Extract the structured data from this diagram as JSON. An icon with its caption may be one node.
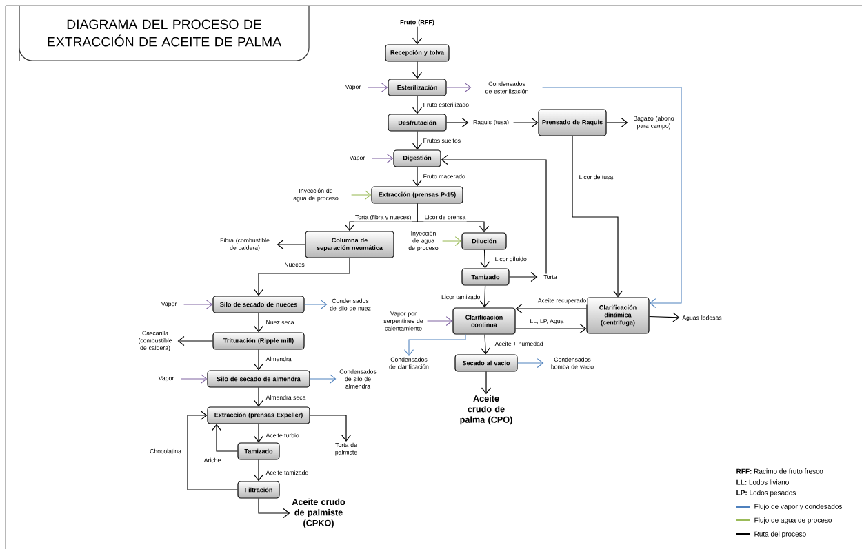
{
  "diagram": {
    "title": "DIAGRAMA DEL PROCESO DE EXTRACCIÓN DE ACEITE DE PALMA",
    "nodes": [
      {
        "text": [
          "Fruto (RFF)"
        ]
      },
      {
        "text": [
          "Recepción y tolva"
        ]
      },
      {
        "text": [
          "Esterilización"
        ]
      },
      {
        "text": [
          "Vapor"
        ]
      },
      {
        "text": [
          "Condensados de esterilización"
        ]
      },
      {
        "text": [
          "Desfrutación"
        ]
      },
      {
        "text": [
          "Raquis (tusa)"
        ]
      },
      {
        "text": [
          "Prensado de Raquis"
        ]
      },
      {
        "text": [
          "Bagazo (abono para campo)"
        ]
      },
      {
        "text": [
          "Digestión"
        ]
      },
      {
        "text": [
          "Vapor"
        ]
      },
      {
        "text": [
          "Extracción (prensas P-15)"
        ]
      },
      {
        "text": [
          "Inyección de agua de proceso"
        ]
      },
      {
        "text": [
          "Columna de separación neumática"
        ]
      },
      {
        "text": [
          "Fibra (combustible de caldera)"
        ]
      },
      {
        "text": [
          "Dilución"
        ]
      },
      {
        "text": [
          "Inyección de agua de proceso"
        ]
      },
      {
        "text": [
          "Tamizado"
        ]
      },
      {
        "text": [
          "Torta"
        ]
      },
      {
        "text": [
          "Clarificación continua"
        ]
      },
      {
        "text": [
          "Vapor por serpentines de calentamiento"
        ]
      },
      {
        "text": [
          "Clarificación dinámica (centrifuga)"
        ]
      },
      {
        "text": [
          "Aguas lodosas"
        ]
      },
      {
        "text": [
          "Condensados de clarificación"
        ]
      },
      {
        "text": [
          "Secado al vacio"
        ]
      },
      {
        "text": [
          "Condensados bomba de vacio"
        ]
      },
      {
        "text": [
          "Aceite crudo de palma (CPO)"
        ]
      },
      {
        "text": [
          "Silo de secado de nueces"
        ]
      },
      {
        "text": [
          "Vapor"
        ]
      },
      {
        "text": [
          "Condensados de silo de nuez"
        ]
      },
      {
        "text": [
          "Trituración (Ripple mill)"
        ]
      },
      {
        "text": [
          "Cascarilla (combustible de caldera)"
        ]
      },
      {
        "text": [
          "Silo de secado de almendra"
        ]
      },
      {
        "text": [
          "Vapor"
        ]
      },
      {
        "text": [
          "Condensados de silo de almendra"
        ]
      },
      {
        "text": [
          "Extracción (prensas Expeller)"
        ]
      },
      {
        "text": [
          "Torta de palmiste"
        ]
      },
      {
        "text": [
          "Tamizado"
        ]
      },
      {
        "text": [
          "Filtración"
        ]
      },
      {
        "text": [
          "Aceite crudo de palmiste (CPKO)"
        ]
      }
    ],
    "edges": [
      {
        "from": 0,
        "to": 1,
        "arrow": "to"
      },
      {
        "from": 1,
        "to": 2,
        "arrow": "to"
      },
      {
        "from": 3,
        "to": 2,
        "arrow": "to",
        "color": "#8064a2"
      },
      {
        "from": 2,
        "to": 4,
        "arrow": "to",
        "color": "#8064a2"
      },
      {
        "from": 4,
        "to": 21,
        "arrow": "to",
        "color": "#4f81bd"
      },
      {
        "from": 2,
        "to": 5,
        "arrow": "to",
        "label": "Fruto esterilizado"
      },
      {
        "from": 5,
        "to": 6,
        "arrow": "to"
      },
      {
        "from": 6,
        "to": 7,
        "arrow": "to"
      },
      {
        "from": 7,
        "to": 8,
        "arrow": "to"
      },
      {
        "from": 7,
        "to": 21,
        "arrow": "to",
        "label": "Licor de tusa"
      },
      {
        "from": 5,
        "to": 9,
        "arrow": "to",
        "label": "Frutos sueltos"
      },
      {
        "from": 10,
        "to": 9,
        "arrow": "to",
        "color": "#8064a2"
      },
      {
        "from": 9,
        "to": 11,
        "arrow": "to",
        "label": "Fruto macerado"
      },
      {
        "from": 12,
        "to": 11,
        "arrow": "to",
        "color": "#9bbb59"
      },
      {
        "from": 11,
        "to": 13,
        "arrow": "to",
        "label": "Torta (fibra y  nueces)"
      },
      {
        "from": 11,
        "to": 15,
        "arrow": "to",
        "label": "Licor de prensa"
      },
      {
        "from": 13,
        "to": 14,
        "arrow": "to"
      },
      {
        "from": 13,
        "to": 27,
        "arrow": "to",
        "label": "Nueces"
      },
      {
        "from": 16,
        "to": 15,
        "arrow": "to",
        "color": "#9bbb59"
      },
      {
        "from": 15,
        "to": 17,
        "arrow": "to",
        "label": "Licor diluido"
      },
      {
        "from": 17,
        "to": 18,
        "arrow": "to"
      },
      {
        "from": 18,
        "to": 9,
        "arrow": "to"
      },
      {
        "from": 17,
        "to": 19,
        "arrow": "to",
        "label": "Licor tamizado"
      },
      {
        "from": 20,
        "to": 19,
        "arrow": "to",
        "color": "#8064a2"
      },
      {
        "from": 21,
        "to": 19,
        "arrow": "to",
        "label": "Aceite recuperado"
      },
      {
        "from": 19,
        "to": 21,
        "arrow": "to",
        "label": "LL, LP, Agua"
      },
      {
        "from": 21,
        "to": 22,
        "arrow": "to"
      },
      {
        "from": 19,
        "to": 23,
        "arrow": "to",
        "color": "#4f81bd"
      },
      {
        "from": 19,
        "to": 24,
        "arrow": "to",
        "label": "Aceite + humedad"
      },
      {
        "from": 24,
        "to": 25,
        "arrow": "to",
        "color": "#4f81bd"
      },
      {
        "from": 24,
        "to": 26,
        "arrow": "to"
      },
      {
        "from": 28,
        "to": 27,
        "arrow": "to",
        "color": "#8064a2"
      },
      {
        "from": 27,
        "to": 29,
        "arrow": "to",
        "color": "#4f81bd"
      },
      {
        "from": 27,
        "to": 30,
        "arrow": "to",
        "label": "Nuez seca"
      },
      {
        "from": 30,
        "to": 31,
        "arrow": "to"
      },
      {
        "from": 30,
        "to": 32,
        "arrow": "to",
        "label": "Almendra"
      },
      {
        "from": 33,
        "to": 32,
        "arrow": "to",
        "color": "#8064a2"
      },
      {
        "from": 32,
        "to": 34,
        "arrow": "to",
        "color": "#4f81bd"
      },
      {
        "from": 32,
        "to": 35,
        "arrow": "to",
        "label": "Almendra seca"
      },
      {
        "from": 35,
        "to": 36,
        "arrow": "to"
      },
      {
        "from": 35,
        "to": 37,
        "arrow": "to",
        "label": "Aceite turbio"
      },
      {
        "from": 37,
        "to": 35,
        "arrow": "to",
        "label": "Ariche"
      },
      {
        "from": 37,
        "to": 38,
        "arrow": "to",
        "label": "Aceite tamizado"
      },
      {
        "from": 38,
        "to": 35,
        "arrow": "to",
        "label": "Chocolatina"
      },
      {
        "from": 38,
        "to": 39,
        "arrow": "to"
      }
    ],
    "labels": [
      "**RFF:** Racimo de fruto  fresco",
      "**LL:** Lodos liviano",
      "**LP:** Lodos pesados"
    ],
    "legend": [
      {
        "text": "Flujo de vapor y condesados",
        "color": "#4f81bd"
      },
      {
        "text": "Flujo de agua de proceso",
        "color": "#9bbb59"
      },
      {
        "text": "Ruta del proceso",
        "color": "#000000"
      }
    ]
  }
}
